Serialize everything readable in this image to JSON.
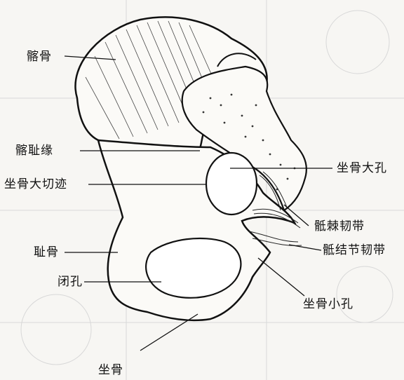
{
  "labels": {
    "ilium": "髂骨",
    "iliopubic_eminence": "髂耻缘",
    "greater_sciatic_notch": "坐骨大切迹",
    "pubis": "耻骨",
    "obturator_foramen": "闭孔",
    "ischium": "坐骨",
    "greater_sciatic_foramen": "坐骨大孔",
    "sacrospinous_ligament": "骶棘韧带",
    "sacrotuberous_ligament": "骶结节韧带",
    "lesser_sciatic_foramen": "坐骨小孔"
  }
}
